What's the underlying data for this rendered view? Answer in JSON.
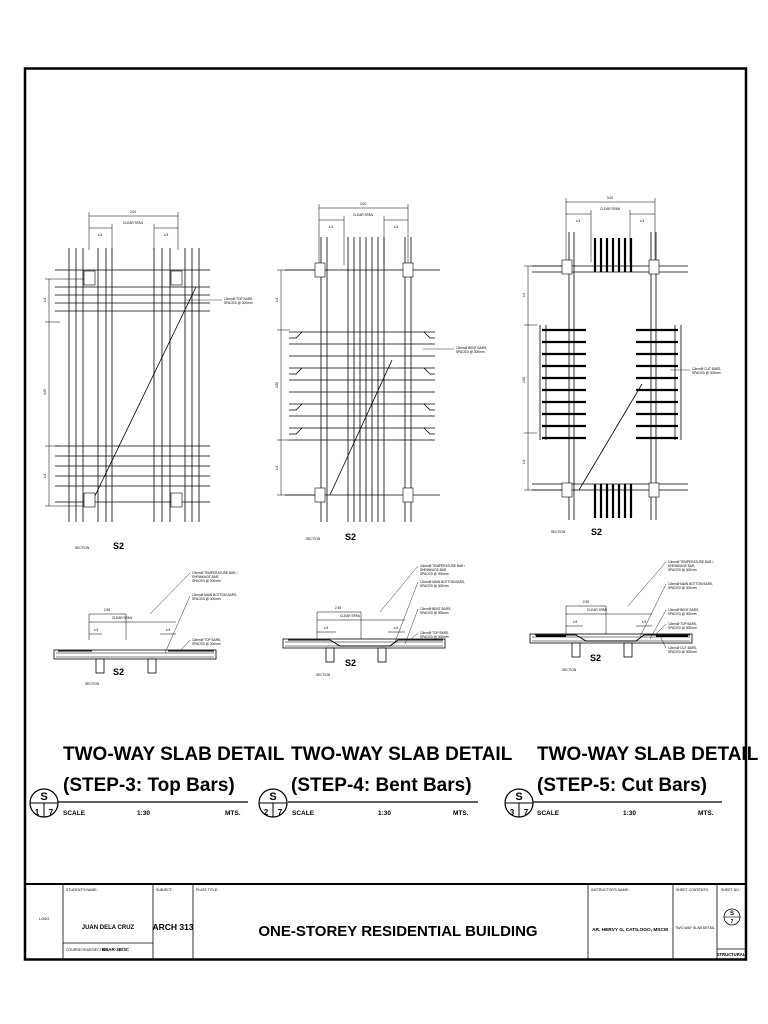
{
  "details": [
    {
      "id": "step3",
      "title_line1": "TWO-WAY SLAB DETAIL",
      "title_line2": "(STEP-3: Top Bars)",
      "bubble_letter": "S",
      "bubble_num": "1",
      "bubble_sheet": "7",
      "scale_label": "SCALE",
      "scale_value": "1:30",
      "units": "MTS.",
      "plan": {
        "section_label": "SECTION",
        "slab_label": "S2",
        "dim_overall": "3.00",
        "dim_clear": "CLEAR SPAN",
        "dim_ln1": "L/4",
        "dim_ln2": "L/4",
        "vdim_top": "L/4",
        "vdim_total": "4.50",
        "vdim_bot": "L/4",
        "callout": [
          "12mmØ TOP BARS,",
          "SPACED @ 300mm"
        ]
      },
      "section": {
        "section_label": "SECTION",
        "slab_label": "S2",
        "dim_overall": "2.55",
        "dim_clear": "CLEAR SPAN",
        "dim_ln1": "L/4",
        "dim_ln2": "L/4",
        "callouts": [
          [
            "10mmØ TEMPERATURE BAR /",
            "SHRINKAGE BAR,",
            "SPACED @ 300mm"
          ],
          [
            "12mmØ MAIN BOTTOM BARS,",
            "SPACED @ 300mm"
          ],
          [
            "12mmØ TOP BARS,",
            "SPACED @ 300mm"
          ]
        ]
      }
    },
    {
      "id": "step4",
      "title_line1": "TWO-WAY SLAB DETAIL",
      "title_line2": "(STEP-4: Bent Bars)",
      "bubble_letter": "S",
      "bubble_num": "2",
      "bubble_sheet": "7",
      "scale_label": "SCALE",
      "scale_value": "1:30",
      "units": "MTS.",
      "plan": {
        "section_label": "SECTION",
        "slab_label": "S2",
        "dim_overall": "3.00",
        "dim_clear": "CLEAR SPAN",
        "dim_ln1": "L/4",
        "dim_ln2": "L/4",
        "vdim_top": "L/4",
        "vdim_total": "4.50",
        "vdim_bot": "L/4",
        "callout": [
          "12mmØ BENT BARS,",
          "SPACED @ 300mm"
        ]
      },
      "section": {
        "section_label": "SECTION",
        "slab_label": "S2",
        "dim_overall": "2.55",
        "dim_clear": "CLEAR SPAN",
        "dim_ln1": "L/4",
        "dim_ln2": "L/4",
        "callouts": [
          [
            "10mmØ TEMPERATURE BAR /",
            "SHRINKAGE BAR,",
            "SPACED @ 300mm"
          ],
          [
            "12mmØ MAIN BOTTOM BARS,",
            "SPACED @ 300mm"
          ],
          [
            "12mmØ BENT BARS,",
            "SPACED @ 300mm"
          ],
          [
            "12mmØ TOP BARS,",
            "SPACED @ 300mm"
          ]
        ]
      }
    },
    {
      "id": "step5",
      "title_line1": "TWO-WAY SLAB DETAIL",
      "title_line2": "(STEP-5: Cut Bars)",
      "bubble_letter": "S",
      "bubble_num": "3",
      "bubble_sheet": "7",
      "scale_label": "SCALE",
      "scale_value": "1:30",
      "units": "MTS.",
      "plan": {
        "section_label": "SECTION",
        "slab_label": "S2",
        "dim_overall": "3.00",
        "dim_clear": "CLEAR SPAN",
        "dim_ln1": "L/4",
        "dim_ln2": "L/4",
        "vdim_top": "L/4",
        "vdim_total": "4.50",
        "vdim_bot": "L/4",
        "callout": [
          "12mmØ CUT BARS,",
          "SPACED @ 300mm"
        ]
      },
      "section": {
        "section_label": "SECTION",
        "slab_label": "S2",
        "dim_overall": "2.55",
        "dim_clear": "CLEAR SPAN",
        "dim_ln1": "L/4",
        "dim_ln2": "L/4",
        "callouts": [
          [
            "10mmØ TEMPERATURE BAR /",
            "SHRINKAGE BAR,",
            "SPACED @ 300mm"
          ],
          [
            "12mmØ MAIN BOTTOM BARS,",
            "SPACED @ 300mm"
          ],
          [
            "12mmØ BENT BARS,",
            "SPACED @ 300mm"
          ],
          [
            "12mmØ TOP BARS,",
            "SPACED @ 300mm"
          ],
          [
            "12mmØ CUT BARS,",
            "SPACED @ 300mm"
          ]
        ]
      }
    }
  ],
  "title_block": {
    "logo_label": "LOGO",
    "student_label": "STUDENT'S NAME:",
    "student_name": "JUAN DELA CRUZ",
    "course_label": "COURSE/YEAR/SECTION:",
    "course_value": "BSAR-3B/3C",
    "subject_label": "SUBJECT:",
    "subject_value": "ARCH 313",
    "plate_label": "PLATE TITLE:",
    "plate_value": "ONE-STOREY RESIDENTIAL BUILDING",
    "instructor_label": "INSTRUCTOR'S NAME:",
    "instructor_value": "AR. HERVY G. CATILOGO, MSCM",
    "contents_label": "SHEET CONTENTS:",
    "contents_value": "TWO-WAY SLAB DETAIL",
    "sheet_label": "SHEET NO.:",
    "sheet_letter": "S",
    "sheet_number": "7",
    "sheet_category": "STRUCTURAL"
  }
}
